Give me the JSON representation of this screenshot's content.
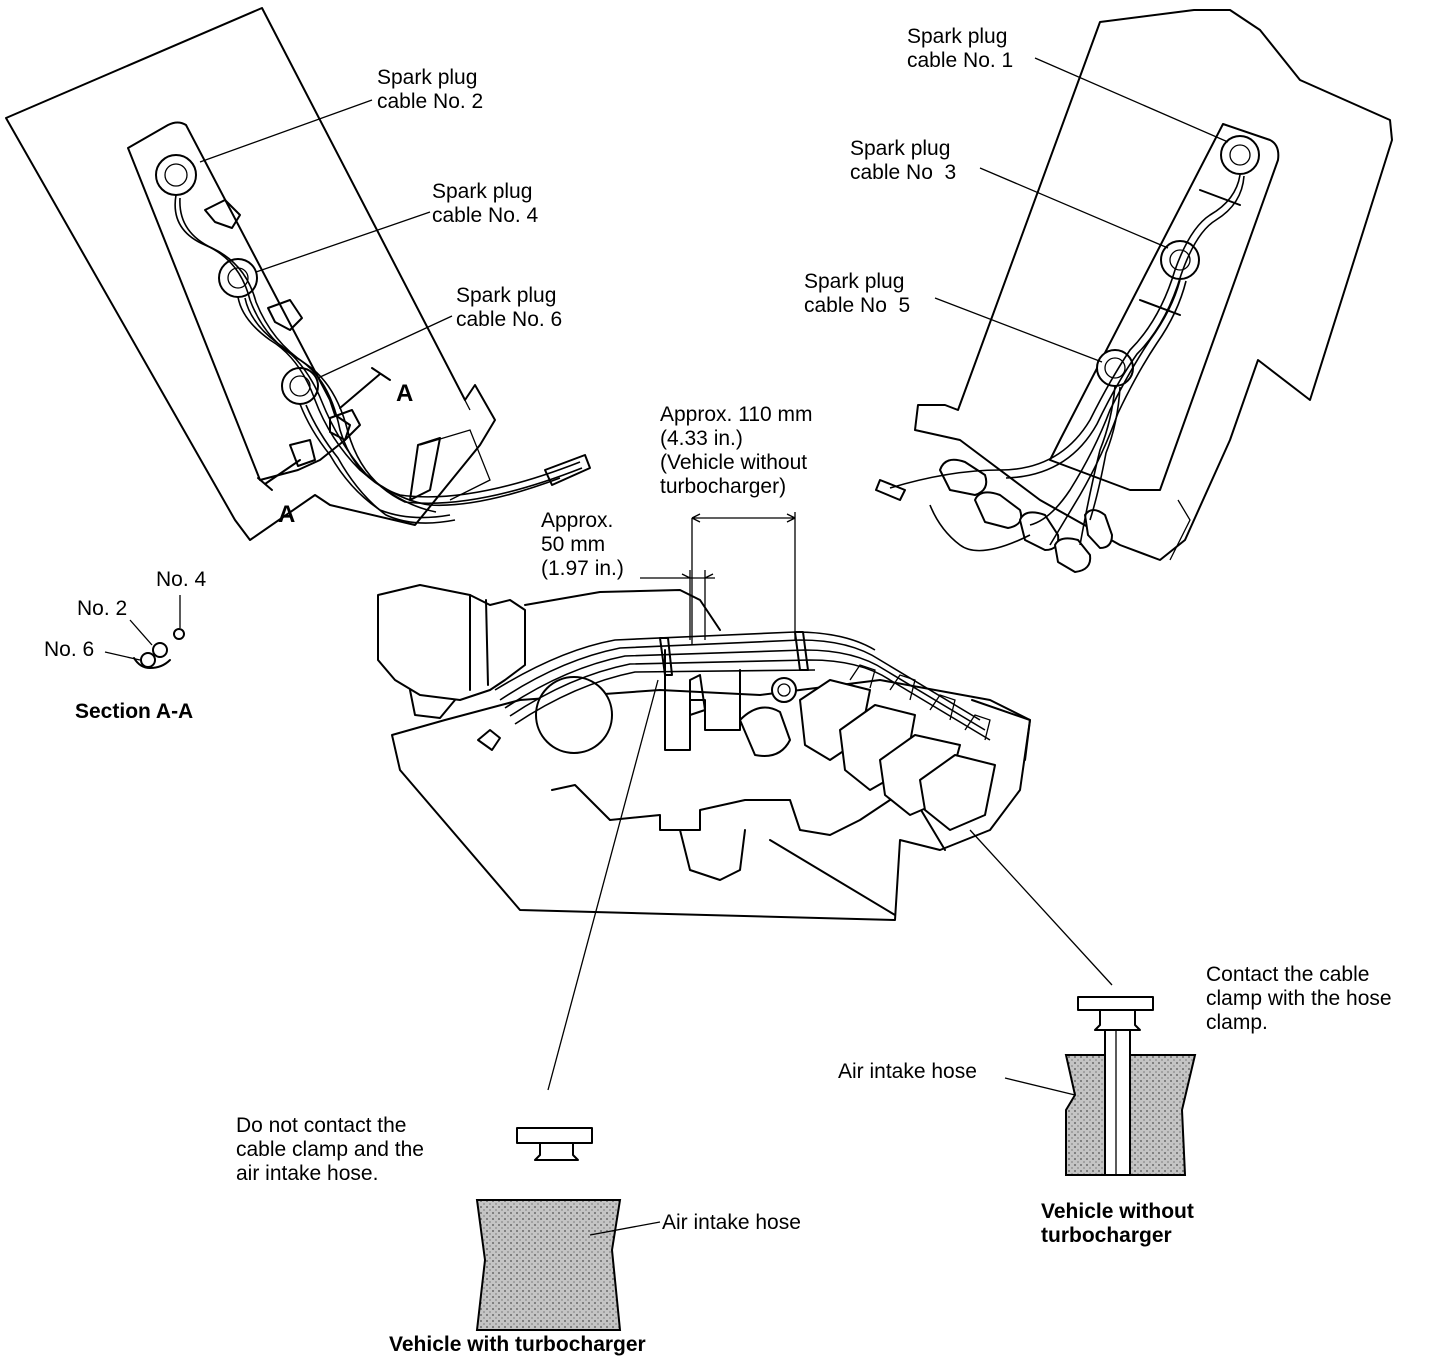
{
  "labels": {
    "plug2": "Spark plug\ncable No. 2",
    "plug4": "Spark plug\ncable No. 4",
    "plug6": "Spark plug\ncable No. 6",
    "plug1": "Spark plug\ncable No. 1",
    "plug3": "Spark plug\ncable No  3",
    "plug5": "Spark plug\ncable No  5",
    "section_a_top": "A",
    "section_a_bottom": "A",
    "approx110": "Approx. 110 mm\n(4.33 in.)\n(Vehicle without\nturbocharger)",
    "approx50": "Approx.\n50 mm\n(1.97 in.)",
    "sec_no4": "No. 4",
    "sec_no2": "No. 2",
    "sec_no6": "No. 6",
    "section_aa": "Section A-A",
    "contact": "Contact the cable\nclamp with the hose\nclamp.",
    "air_hose_right": "Air intake hose",
    "do_not_contact": "Do not contact the\ncable clamp and the\nair intake hose.",
    "air_hose_left": "Air intake hose",
    "without_turbo": "Vehicle without\nturbocharger",
    "with_turbo": "Vehicle with turbocharger"
  }
}
